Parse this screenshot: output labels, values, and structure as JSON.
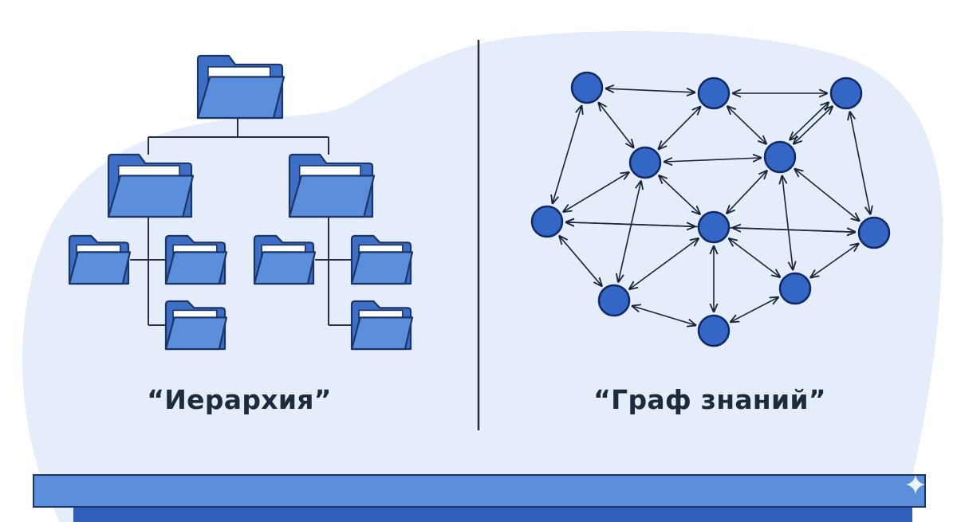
{
  "labels": {
    "hierarchy": "“Иерархия”",
    "graph": "“Граф знаний”"
  },
  "colors": {
    "background_blob": "#e4edf9",
    "folder_fill": "#5b8fdc",
    "folder_back": "#3d6fc6",
    "folder_stroke": "#1b3569",
    "node_fill": "#3366c5",
    "node_stroke": "#112a66",
    "edge": "#1a2238",
    "shelf_top": "#5b8fdc",
    "shelf_bottom": "#2f5fb8"
  },
  "icons": {
    "folder": "folder-icon",
    "corner": "sparkle-icon"
  },
  "hierarchy": {
    "root": "folder-root",
    "children": [
      {
        "name": "folder-left",
        "children": [
          "folder-left-a",
          "folder-left-b",
          "folder-left-c"
        ]
      },
      {
        "name": "folder-right",
        "children": [
          "folder-right-a",
          "folder-right-b",
          "folder-right-c"
        ]
      }
    ]
  },
  "graph": {
    "nodes": [
      "n1",
      "n2",
      "n3",
      "n4",
      "n5",
      "n6",
      "n7",
      "n8",
      "n9",
      "n10",
      "n11"
    ],
    "edges": [
      [
        "n1",
        "n2"
      ],
      [
        "n2",
        "n3"
      ],
      [
        "n1",
        "n4"
      ],
      [
        "n1",
        "n6"
      ],
      [
        "n2",
        "n4"
      ],
      [
        "n2",
        "n5"
      ],
      [
        "n3",
        "n5"
      ],
      [
        "n3",
        "n5"
      ],
      [
        "n3",
        "n8"
      ],
      [
        "n4",
        "n5"
      ],
      [
        "n4",
        "n6"
      ],
      [
        "n4",
        "n7"
      ],
      [
        "n4",
        "n9"
      ],
      [
        "n5",
        "n7"
      ],
      [
        "n5",
        "n8"
      ],
      [
        "n5",
        "n10"
      ],
      [
        "n6",
        "n7"
      ],
      [
        "n6",
        "n8"
      ],
      [
        "n6",
        "n9"
      ],
      [
        "n7",
        "n8"
      ],
      [
        "n7",
        "n9"
      ],
      [
        "n7",
        "n10"
      ],
      [
        "n7",
        "n11"
      ],
      [
        "n8",
        "n10"
      ],
      [
        "n9",
        "n11"
      ],
      [
        "n10",
        "n11"
      ]
    ]
  }
}
